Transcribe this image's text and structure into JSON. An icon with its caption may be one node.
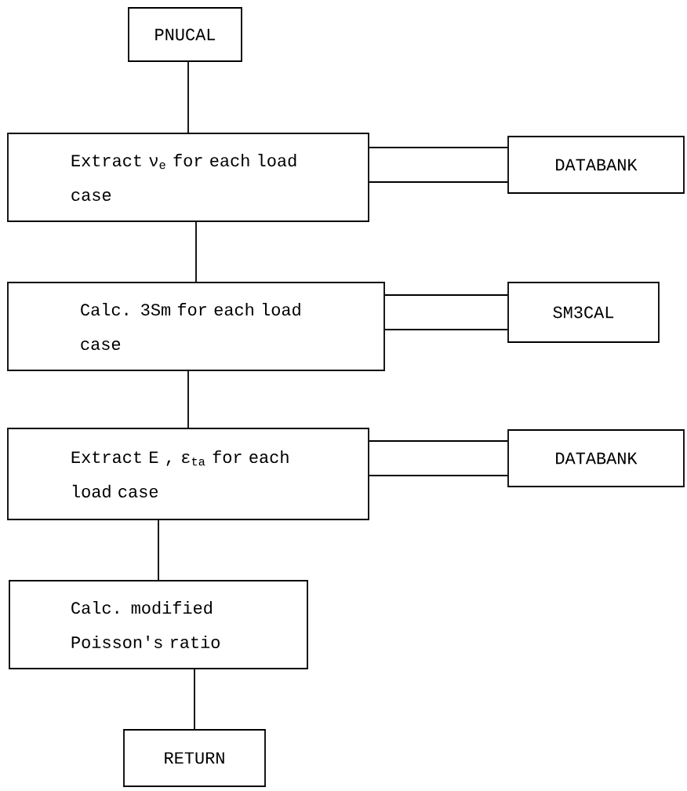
{
  "diagram": {
    "nodes": [
      {
        "text": [
          "PNUCAL"
        ]
      },
      {
        "text": [
          "Extract ν$_{e}$ for each load case"
        ]
      },
      {
        "text": [
          "DATABANK"
        ]
      },
      {
        "text": [
          "Calc. 3Sm for each load case"
        ]
      },
      {
        "text": [
          "SM3CAL"
        ]
      },
      {
        "text": [
          "Extract E , ε$_{ta}$ for each load case"
        ]
      },
      {
        "text": [
          "DATABANK"
        ]
      },
      {
        "text": [
          "Calc. modified Poisson's ratio"
        ]
      },
      {
        "text": [
          "RETURN"
        ]
      }
    ],
    "edges": [
      {
        "from": 0,
        "to": 1,
        "arrow": "none"
      },
      {
        "from": 1,
        "to": 2,
        "arrow": "none"
      },
      {
        "from": 1,
        "to": 3,
        "arrow": "none"
      },
      {
        "from": 3,
        "to": 4,
        "arrow": "none"
      },
      {
        "from": 3,
        "to": 5,
        "arrow": "none"
      },
      {
        "from": 5,
        "to": 6,
        "arrow": "none"
      },
      {
        "from": 5,
        "to": 7,
        "arrow": "none"
      },
      {
        "from": 7,
        "to": 8,
        "arrow": "none"
      }
    ]
  }
}
